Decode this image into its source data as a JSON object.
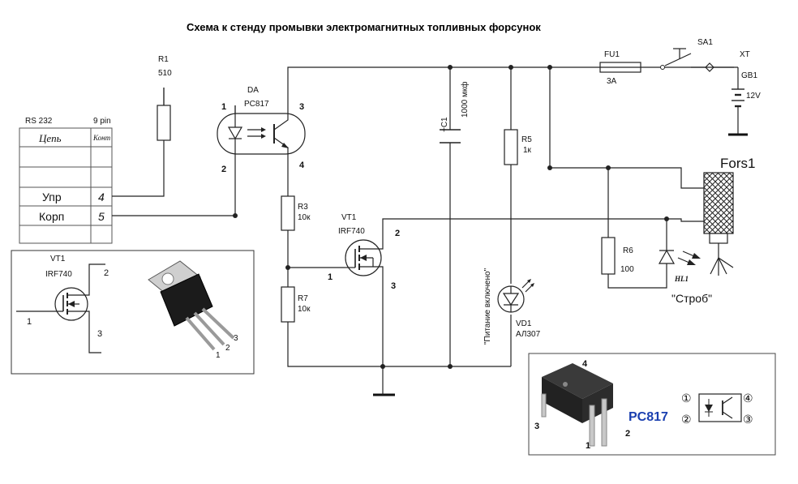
{
  "title": "Схема к стенду промывки электромагнитных топливных форсунок",
  "rs232": {
    "header_left": "RS 232",
    "header_right": "9 pin",
    "col_circuit": "Цепь",
    "col_contact": "Конт",
    "rows": [
      {
        "circuit": "Упр",
        "contact": "4"
      },
      {
        "circuit": "Корп",
        "contact": "5"
      }
    ]
  },
  "components": {
    "r1": {
      "ref": "R1",
      "value": "510"
    },
    "da": {
      "ref": "DA",
      "part": "PC817",
      "pin1": "1",
      "pin2": "2",
      "pin3": "3",
      "pin4": "4"
    },
    "r3": {
      "ref": "R3",
      "value": "10к"
    },
    "r7": {
      "ref": "R7",
      "value": "10к"
    },
    "vt1": {
      "ref": "VT1",
      "part": "IRF740",
      "pin1": "1",
      "pin2": "2",
      "pin3": "3"
    },
    "c1": {
      "ref": "+C1",
      "value": "1000 мкф"
    },
    "r5": {
      "ref": "R5",
      "value": "1к"
    },
    "vd1": {
      "ref": "VD1",
      "part": "АЛ307",
      "note": "\"Питание включено\""
    },
    "fu1": {
      "ref": "FU1",
      "value": "3А"
    },
    "sa1": {
      "ref": "SA1"
    },
    "xt": {
      "ref": "XT"
    },
    "gb1": {
      "ref": "GB1",
      "value": "12V"
    },
    "fors1": {
      "ref": "Fors1"
    },
    "r6": {
      "ref": "R6",
      "value": "100"
    },
    "hl1": {
      "ref": "HL1",
      "note": "\"Строб\""
    }
  },
  "inset_vt1": {
    "ref": "VT1",
    "part": "IRF740",
    "pin1": "1",
    "pin2": "2",
    "pin3": "3",
    "pkg_pin1": "1",
    "pkg_pin2": "2",
    "pkg_pin3": "3"
  },
  "inset_pc817": {
    "brand": "PC817",
    "pin1": "1",
    "pin2": "2",
    "pin3": "3",
    "pin4": "4",
    "c1": "①",
    "c2": "②",
    "c3": "③",
    "c4": "④"
  }
}
